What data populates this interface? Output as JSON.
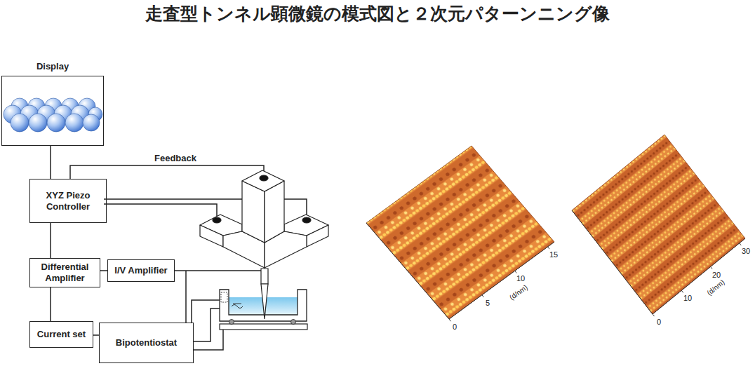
{
  "diagram": {
    "title": "走査型トンネル顕微鏡の模式図と２次元パターンニング像",
    "nodes": [
      {
        "text": [
          "Display"
        ]
      },
      {
        "text": [
          "XYZ Piezo Controller"
        ]
      },
      {
        "text": [
          "Differential Amplifier"
        ]
      },
      {
        "text": [
          "I/V Amplifier"
        ]
      },
      {
        "text": [
          "Current set"
        ]
      },
      {
        "text": [
          "Bipotentiostat"
        ]
      }
    ],
    "edges": [
      {
        "from": 0,
        "to": 1,
        "arrow": "none"
      },
      {
        "from": 1,
        "to": 2,
        "arrow": "none"
      },
      {
        "from": 3,
        "to": 2,
        "arrow": "none"
      },
      {
        "from": 2,
        "to": 4,
        "arrow": "none"
      },
      {
        "from": 4,
        "to": 5,
        "arrow": "none"
      }
    ],
    "labels": [
      "Feedback",
      "0",
      "5",
      "10",
      "15",
      "(d/nm)",
      "0",
      "10",
      "20",
      "30",
      "(d/nm)"
    ]
  }
}
